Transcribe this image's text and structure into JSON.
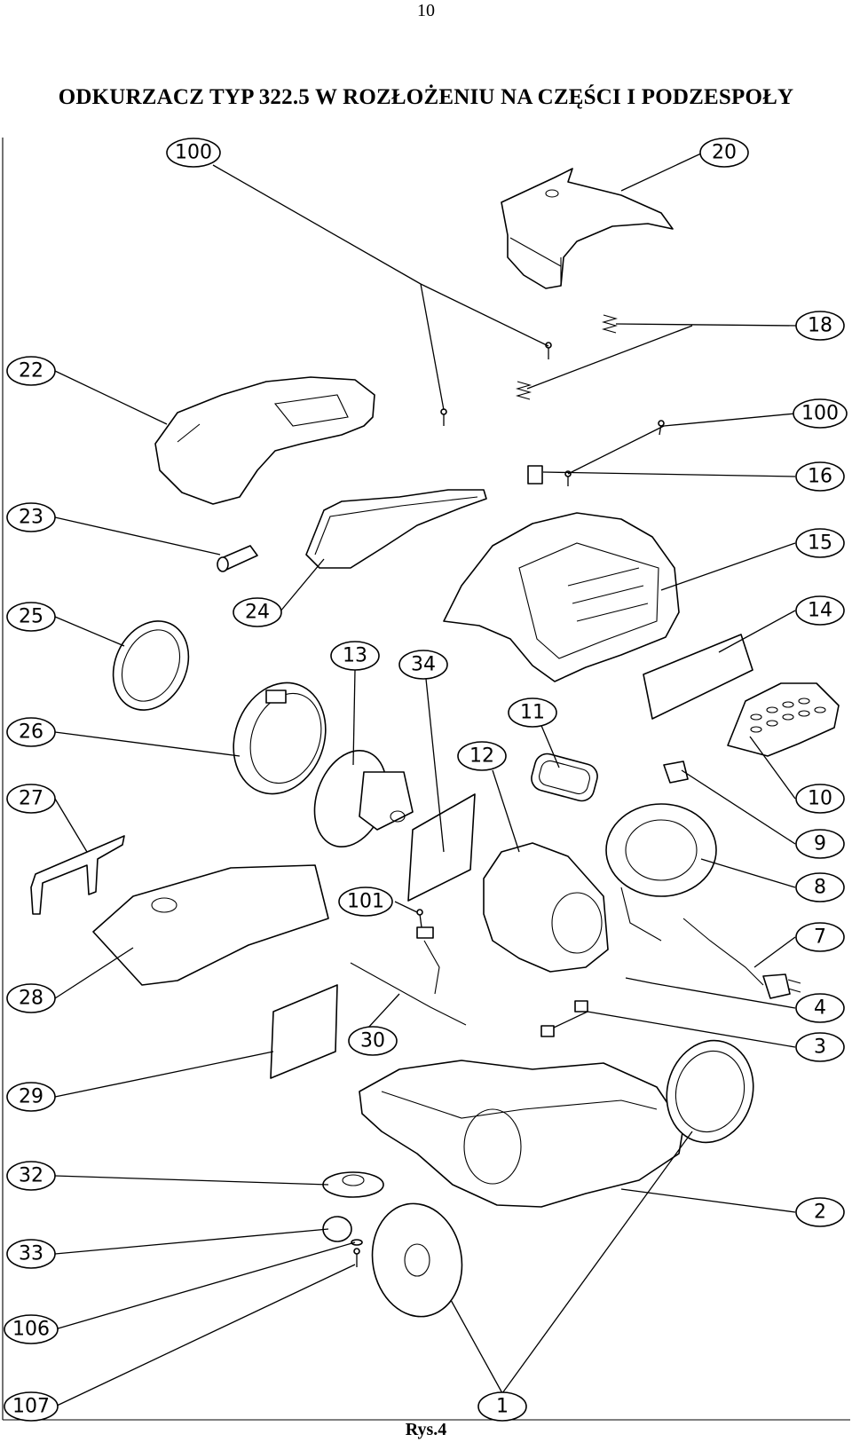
{
  "page": {
    "number": "10"
  },
  "title": "ODKURZACZ TYP 322.5 W ROZŁOŻENIU NA CZĘŚCI I PODZESPOŁY",
  "figure_label": "Rys.4",
  "callouts": [
    "100",
    "20",
    "18",
    "22",
    "100",
    "16",
    "23",
    "15",
    "25",
    "24",
    "14",
    "13",
    "34",
    "26",
    "11",
    "12",
    "10",
    "27",
    "9",
    "101",
    "8",
    "7",
    "28",
    "4",
    "30",
    "3",
    "29",
    "32",
    "2",
    "33",
    "106",
    "107",
    "1"
  ]
}
